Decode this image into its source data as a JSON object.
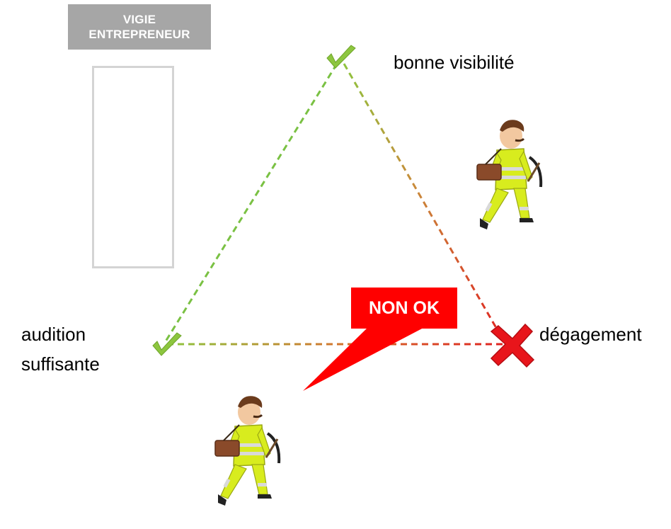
{
  "badge": {
    "line1": "VIGIE",
    "line2": "ENTREPRENEUR",
    "bg_color": "#a6a6a6"
  },
  "labels": {
    "visibility": "bonne visibilité",
    "hearing_line1": "audition",
    "hearing_line2": "suffisante",
    "clearance": "dégagement"
  },
  "callout": {
    "text": "NON OK",
    "color": "#ff0000"
  },
  "colors": {
    "ok_check": "#8dc63f",
    "fail_cross": "#e8151b",
    "line_green": "#7ac143",
    "line_red": "#e02020",
    "vest_yellow": "#d8ec1e",
    "reflective": "#d9d9d9"
  },
  "nodes": [
    {
      "name": "visibility",
      "status": "ok",
      "icon": "check-icon"
    },
    {
      "name": "hearing",
      "status": "ok",
      "icon": "check-icon"
    },
    {
      "name": "clearance",
      "status": "fail",
      "icon": "cross-icon"
    }
  ],
  "figures": [
    {
      "name": "lookout-contractor",
      "icon": "worker-with-flag-icon"
    },
    {
      "name": "worker-walking-top",
      "icon": "worker-with-pickaxe-icon"
    },
    {
      "name": "worker-walking-bottom",
      "icon": "worker-with-pickaxe-icon"
    }
  ]
}
